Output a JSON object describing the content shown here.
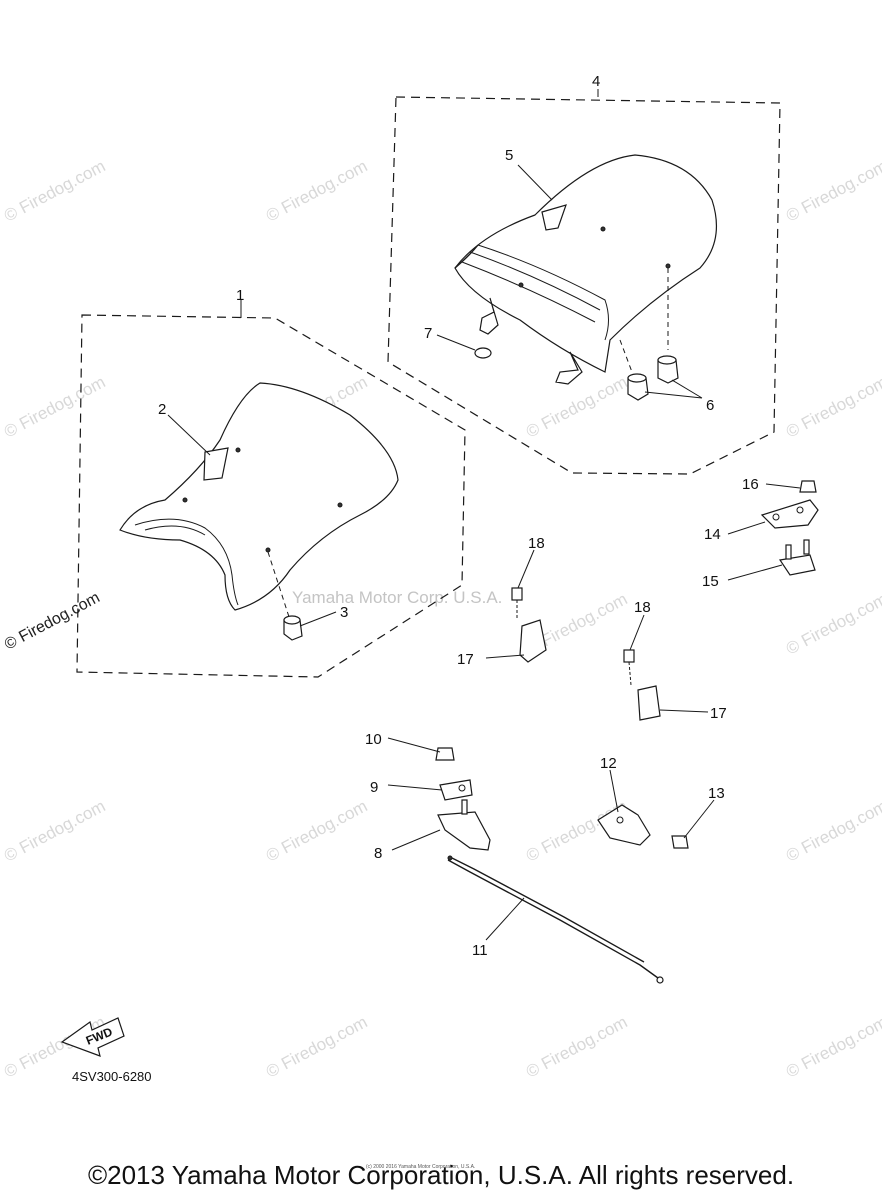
{
  "watermark": "© Firedog.com",
  "center_watermark": "Yamaha Motor Corp. U.S.A.",
  "part_code": "4SV300-6280",
  "fwd_label": "FWD",
  "fine_print": "(c) 2000 2016 Yamaha Motor Corporation, U.S.A.",
  "copyright": "©2013 Yamaha Motor Corporation, U.S.A. All rights reserved.",
  "callouts": {
    "c1": "1",
    "c2": "2",
    "c3": "3",
    "c4": "4",
    "c5": "5",
    "c6": "6",
    "c7": "7",
    "c8": "8",
    "c9": "9",
    "c10": "10",
    "c11": "11",
    "c12": "12",
    "c13": "13",
    "c14": "14",
    "c15": "15",
    "c16": "16",
    "c17a": "17",
    "c17b": "17",
    "c18a": "18",
    "c18b": "18"
  }
}
